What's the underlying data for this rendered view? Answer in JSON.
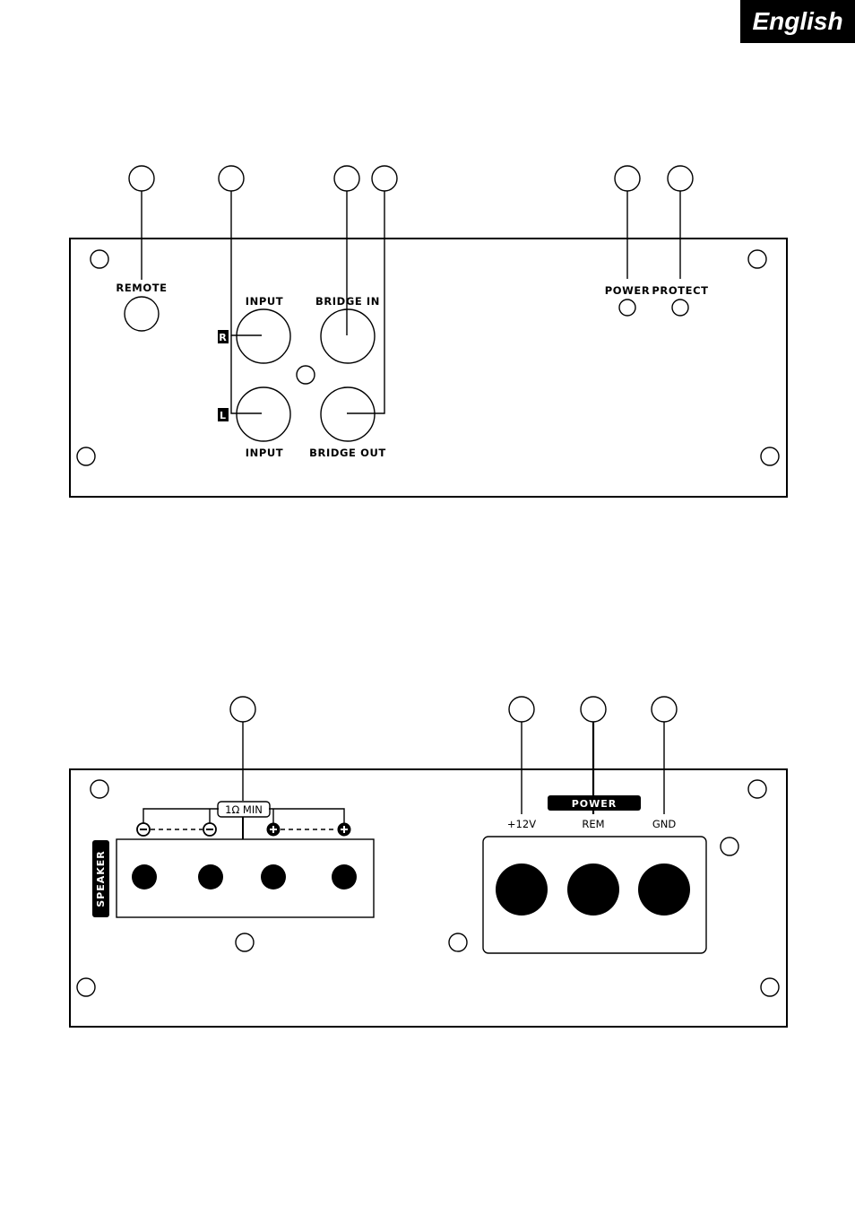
{
  "language_tab": "English",
  "front_panel": {
    "remote_label": "REMOTE",
    "input_top_label": "INPUT",
    "input_bottom_label": "INPUT",
    "bridge_in_label": "BRIDGE IN",
    "bridge_out_label": "BRIDGE OUT",
    "power_label": "POWER",
    "protect_label": "PROTECT",
    "channel_r": "R",
    "channel_l": "L"
  },
  "rear_panel": {
    "impedance_label": "1Ω MIN",
    "speaker_label": "SPEAKER",
    "power_block_label": "POWER",
    "terminal_12v": "+12V",
    "terminal_rem": "REM",
    "terminal_gnd": "GND"
  }
}
